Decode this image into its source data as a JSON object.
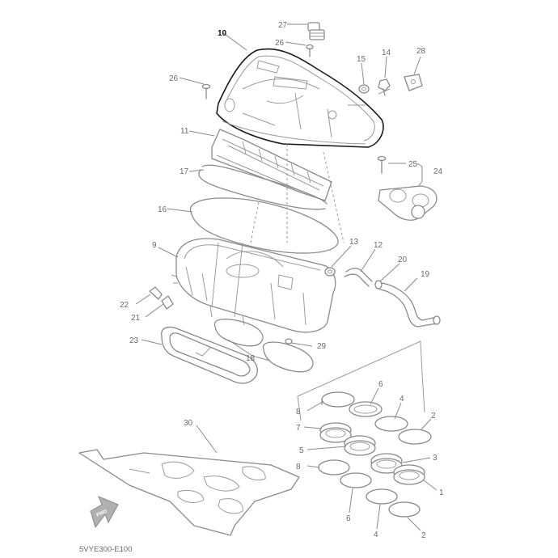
{
  "diagram_code": "5VYE300-E100",
  "fwd_label": "FWD",
  "callouts": {
    "c1": "1",
    "c2a": "2",
    "c2b": "2",
    "c3": "3",
    "c4a": "4",
    "c4b": "4",
    "c5": "5",
    "c6a": "6",
    "c6b": "6",
    "c7": "7",
    "c8a": "8",
    "c8b": "8",
    "c9": "9",
    "c10": "10",
    "c11": "11",
    "c12": "12",
    "c13": "13",
    "c14": "14",
    "c15": "15",
    "c16": "16",
    "c17": "17",
    "c18": "18",
    "c19": "19",
    "c20": "20",
    "c21": "21",
    "c22": "22",
    "c23": "23",
    "c24": "24",
    "c25": "25",
    "c26a": "26",
    "c26b": "26",
    "c27": "27",
    "c28": "28",
    "c29": "29",
    "c30": "30"
  },
  "colors": {
    "line": "#8a8a8a",
    "highlight": "#1a1a1a",
    "background": "#ffffff"
  }
}
